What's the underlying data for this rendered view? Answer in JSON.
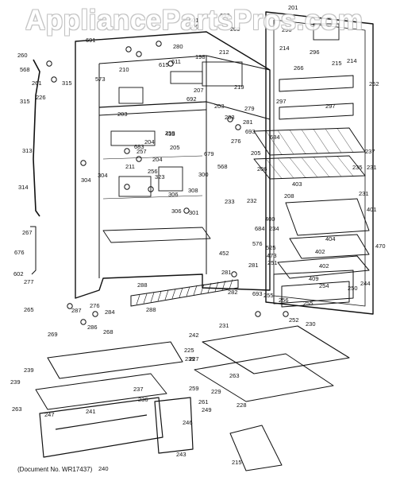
{
  "watermark": "AppliancePartsPros.com",
  "note": "(Document No. WR17437)",
  "part_labels": [
    "201",
    "693",
    "601",
    "400",
    "691",
    "280",
    "212",
    "260",
    "210",
    "290",
    "209",
    "214",
    "296",
    "214",
    "568",
    "261",
    "315",
    "573",
    "198",
    "615",
    "611",
    "207",
    "266",
    "215",
    "226",
    "315",
    "692",
    "219",
    "297",
    "297",
    "262",
    "203",
    "203",
    "283",
    "279",
    "281",
    "693",
    "276",
    "684",
    "205",
    "259",
    "435",
    "204",
    "683",
    "257",
    "205",
    "204",
    "679",
    "211",
    "256",
    "323",
    "304",
    "235",
    "237",
    "231",
    "300",
    "568",
    "304",
    "308",
    "206",
    "403",
    "231",
    "313",
    "208",
    "306",
    "306",
    "301",
    "401",
    "400",
    "314",
    "232",
    "233",
    "267",
    "684",
    "234",
    "404",
    "576",
    "525",
    "473",
    "676",
    "452",
    "281",
    "402",
    "402",
    "470",
    "602",
    "277",
    "281",
    "251",
    "282",
    "693",
    "409",
    "250",
    "244",
    "288",
    "254",
    "288",
    "255",
    "256",
    "265",
    "284",
    "287",
    "276",
    "268",
    "252",
    "255",
    "269",
    "286",
    "231",
    "230",
    "242",
    "225",
    "239",
    "239",
    "263",
    "227",
    "239",
    "237",
    "259",
    "236",
    "247",
    "241",
    "229",
    "228",
    "263",
    "261",
    "246",
    "249",
    "240",
    "243",
    "215"
  ],
  "colors": {
    "ink": "#111111",
    "watermark": "#ffffff"
  }
}
